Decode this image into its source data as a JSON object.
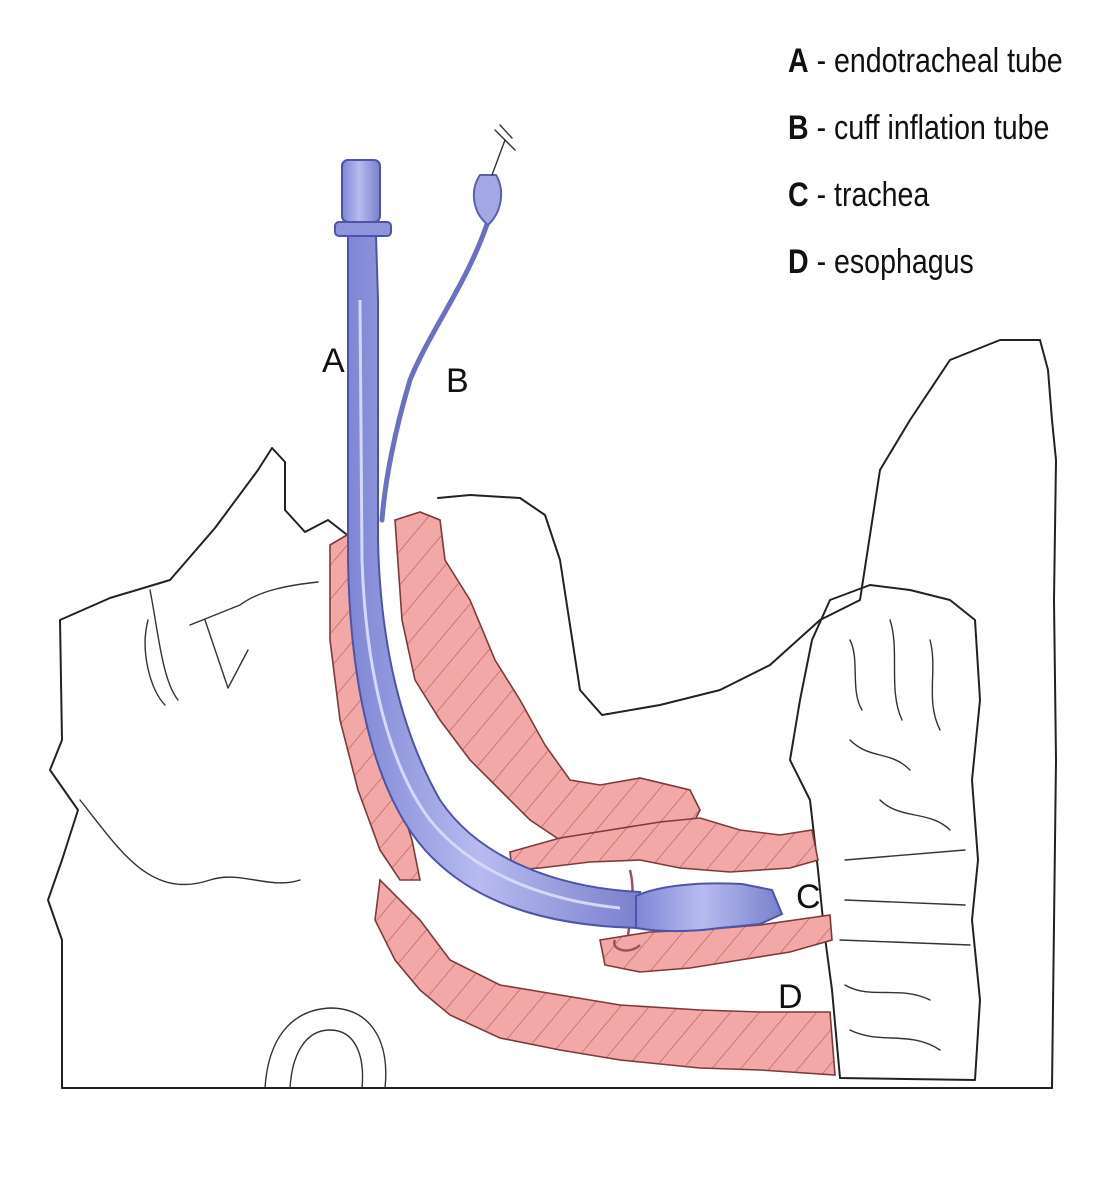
{
  "legend": [
    {
      "key": "A",
      "separator": " - ",
      "text": "endotracheal tube"
    },
    {
      "key": "B",
      "separator": " - ",
      "text": "cuff inflation tube"
    },
    {
      "key": "C",
      "separator": " - ",
      "text": "trachea"
    },
    {
      "key": "D",
      "separator": " - ",
      "text": "esophagus"
    }
  ],
  "callouts": {
    "a": "A",
    "b": "B",
    "c": "C",
    "d": "D"
  },
  "colors": {
    "tissue_fill": "#f2a8a6",
    "tissue_hatch": "#b05a5a",
    "tube_fill": "#a3a8e4",
    "tube_stroke": "#5a5fb0",
    "outline": "#222222"
  }
}
